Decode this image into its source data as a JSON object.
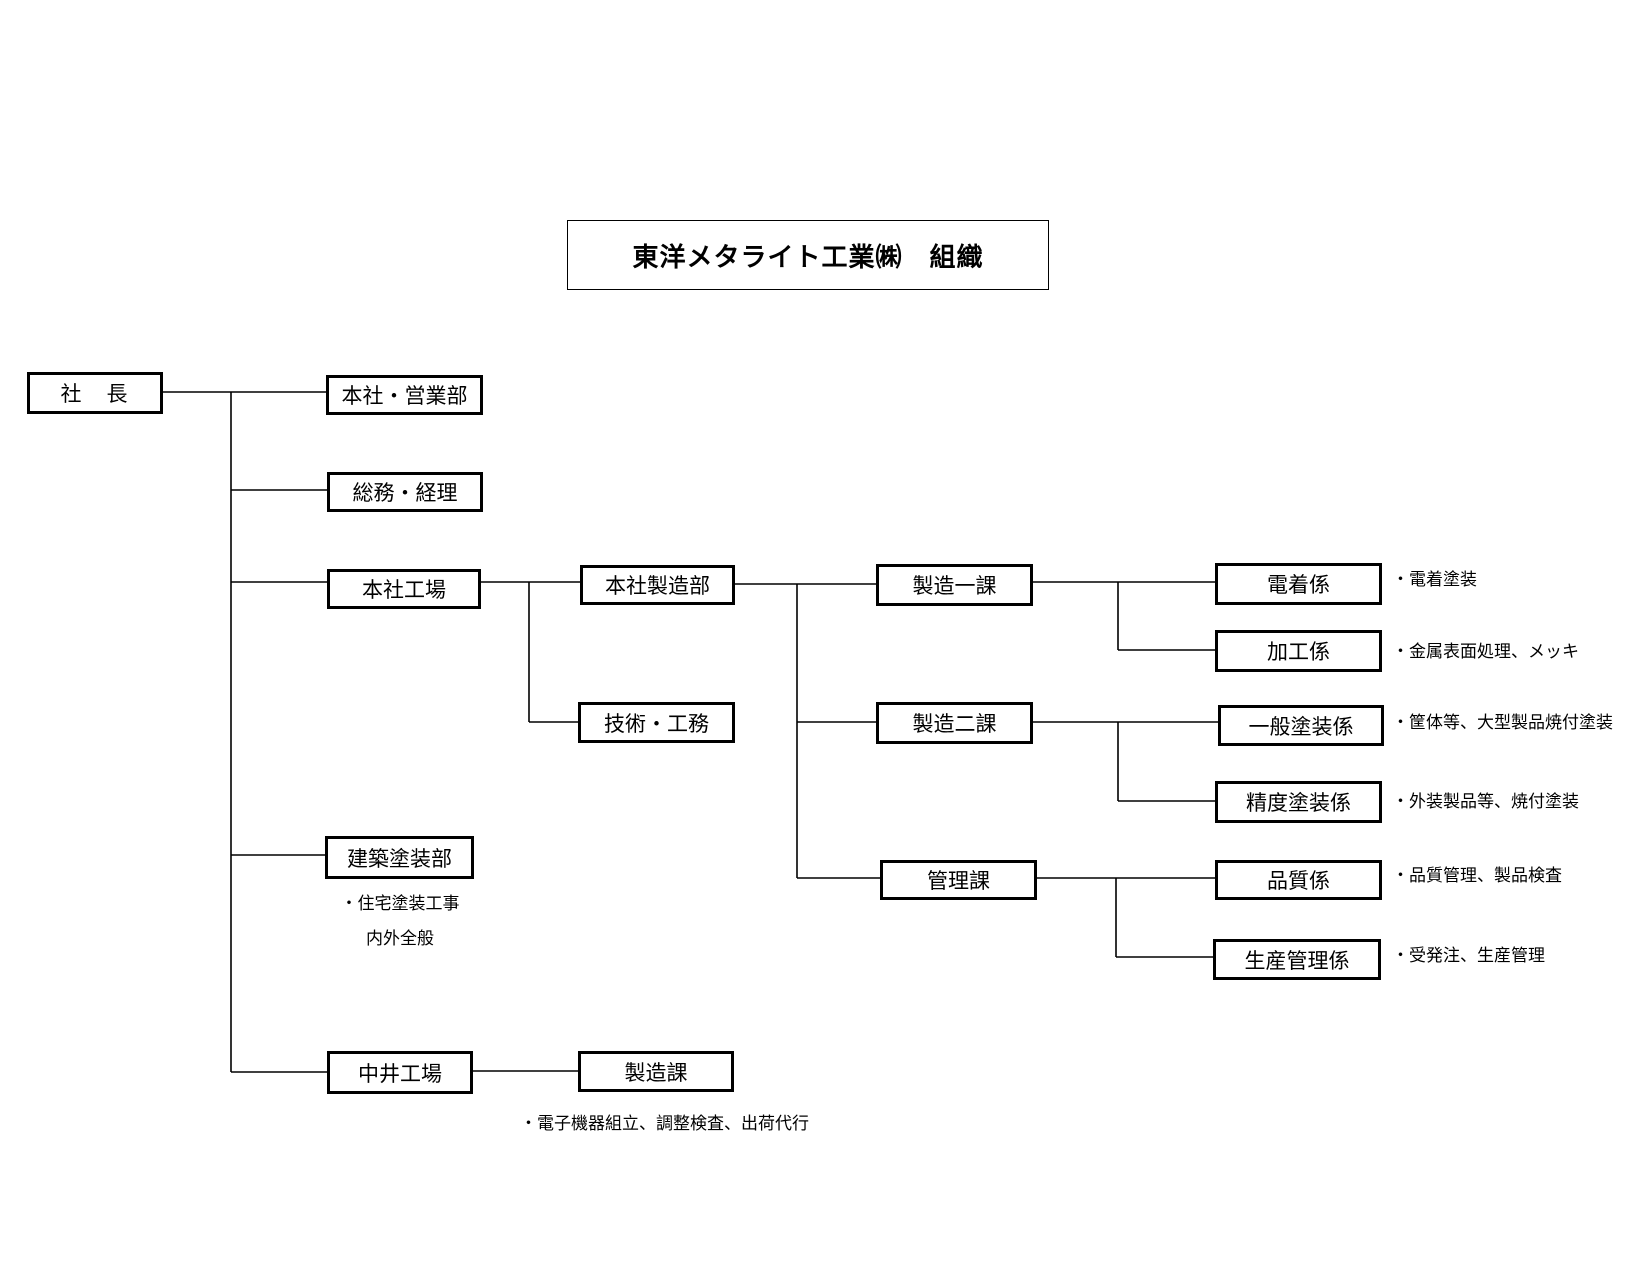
{
  "title": "東洋メタライト工業㈱　組織",
  "nodes": {
    "president": "社　長",
    "honsha_eigyo": "本社・営業部",
    "somu_keiri": "総務・経理",
    "honsha_kojo": "本社工場",
    "kenchiku_tososhobu": "建築塗装部",
    "nakai_kojo": "中井工場",
    "honsha_seizobu": "本社製造部",
    "gijutsu_komu": "技術・工務",
    "seizoka": "製造課",
    "seizo_ikka": "製造一課",
    "seizo_nika": "製造二課",
    "kanrika": "管理課",
    "denchaku": "電着係",
    "kako": "加工係",
    "ippan_toso": "一般塗装係",
    "seido_toso": "精度塗装係",
    "hinshitsu": "品質係",
    "seisan_kanri": "生産管理係"
  },
  "notes": {
    "kenchiku_1": "・住宅塗装工事",
    "kenchiku_2": "内外全般",
    "seizoka": "・電子機器組立、調整検査、出荷代行",
    "denchaku": "・電着塗装",
    "kako": "・金属表面処理、メッキ",
    "ippan_toso": "・筐体等、大型製品焼付塗装",
    "seido_toso": "・外装製品等、焼付塗装",
    "hinshitsu": "・品質管理、製品検査",
    "seisan_kanri": "・受発注、生産管理"
  }
}
